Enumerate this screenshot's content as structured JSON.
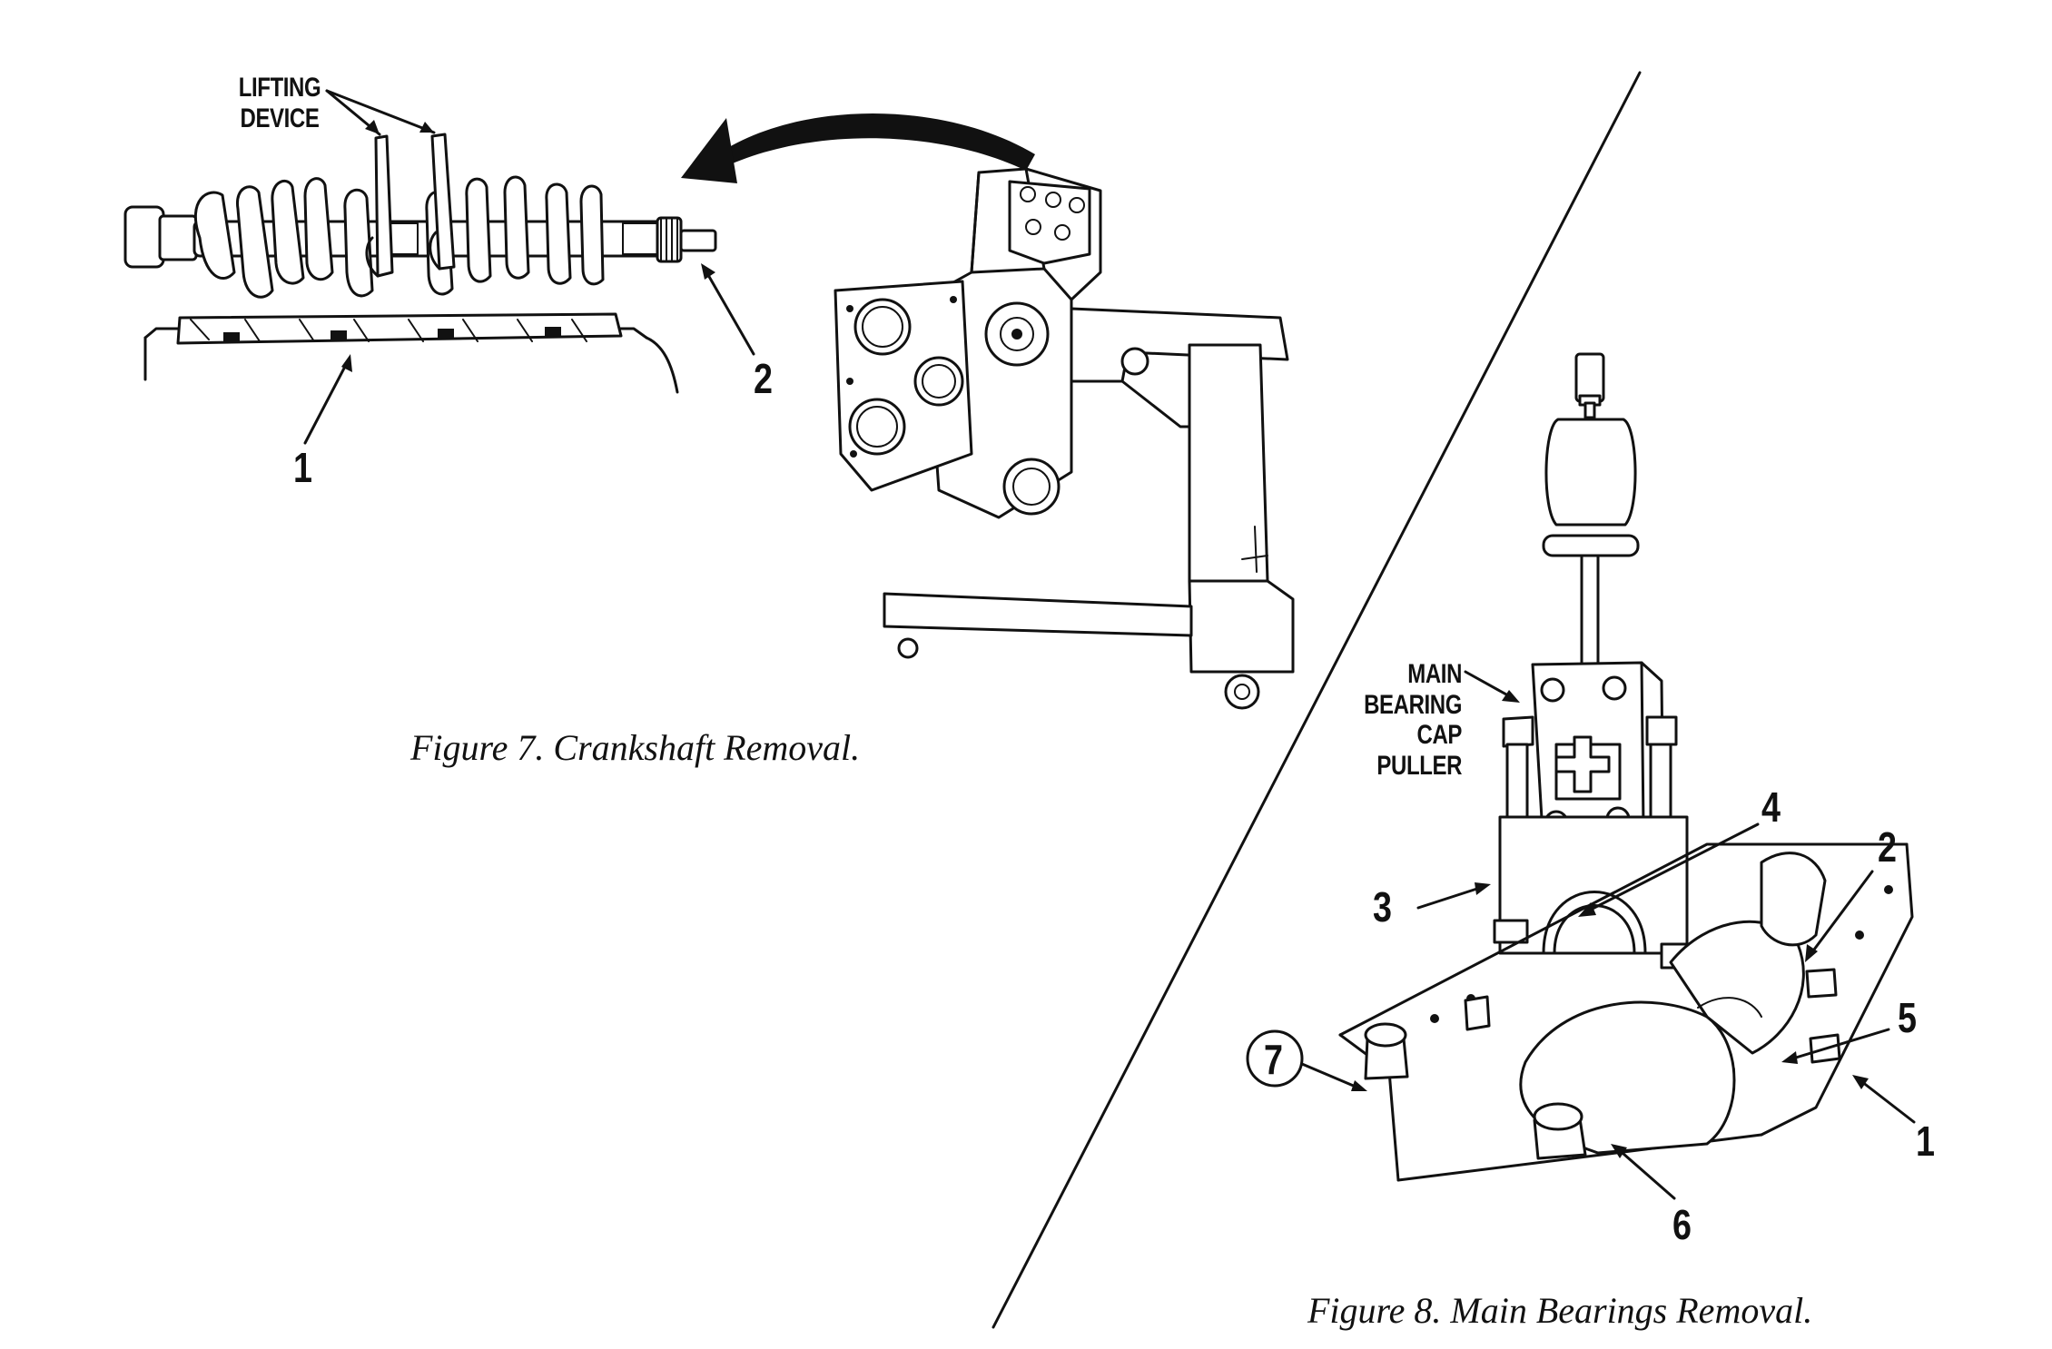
{
  "figure7": {
    "caption": "Figure 7.  Crankshaft Removal.",
    "label_lifting_device": "LIFTING DEVICE",
    "callout_1": "1",
    "callout_2": "2"
  },
  "figure8": {
    "caption": "Figure 8.  Main Bearings Removal.",
    "label_puller": "MAIN BEARING CAP PULLER",
    "callout_1": "1",
    "callout_2": "2",
    "callout_3": "3",
    "callout_4": "4",
    "callout_5": "5",
    "callout_6": "6",
    "callout_7": "7"
  }
}
